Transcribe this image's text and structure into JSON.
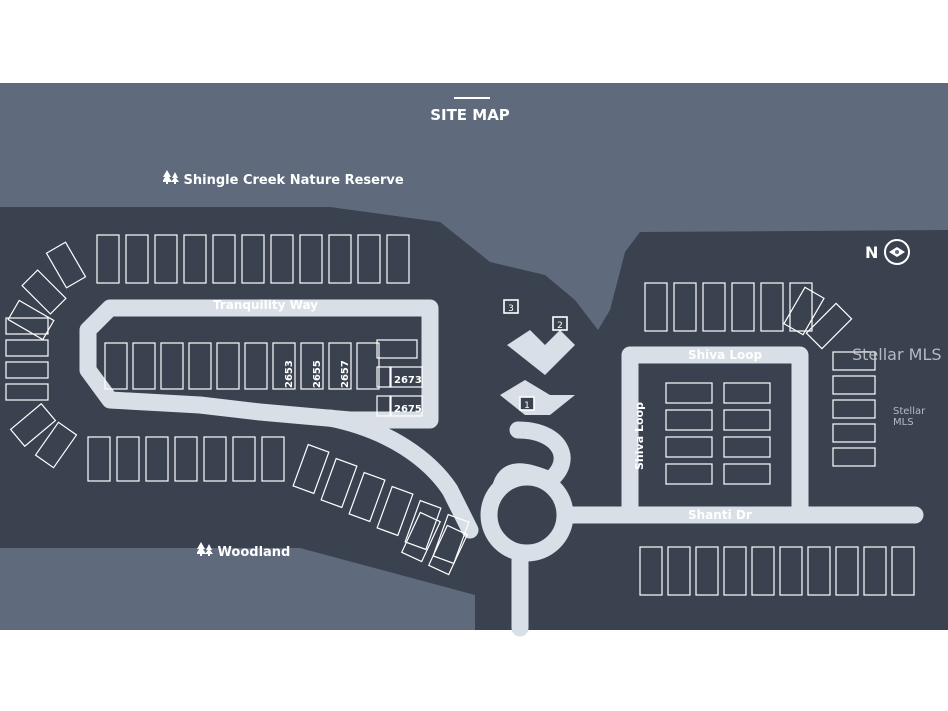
{
  "title": "SITE MAP",
  "labels": {
    "nature_reserve": "Shingle Creek Nature Reserve",
    "woodland": "Woodland",
    "tranquility_way": "Tranquility Way",
    "shiva_loop": "Shiva Loop",
    "shiva_loop_vertical": "Shiva Loop",
    "shanti_dr": "Shanti Dr",
    "north": "N"
  },
  "lot_numbers": [
    "2653",
    "2655",
    "2657",
    "2673",
    "2675"
  ],
  "amenity_markers": [
    "1",
    "2",
    "3"
  ],
  "watermark": {
    "primary": "Stellar MLS",
    "secondary": "Stellar MLS"
  },
  "colors": {
    "panel": "#5f6a7c",
    "land": "#3a4250",
    "road": "#d9dfe7",
    "outline": "#ffffff"
  },
  "icons": {
    "tree": "tree-icon",
    "compass": "compass-icon"
  }
}
